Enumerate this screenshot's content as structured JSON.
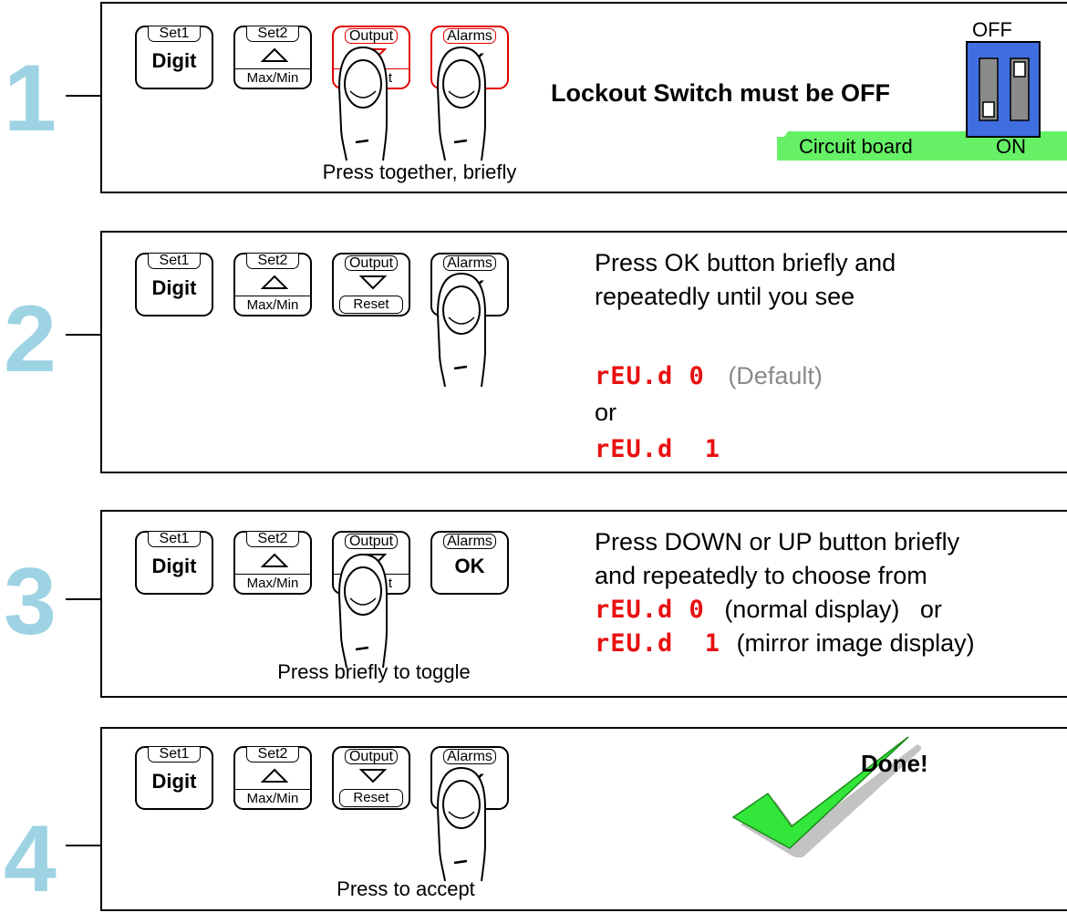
{
  "buttons": {
    "set1": {
      "top": "Set1",
      "main": "Digit"
    },
    "set2": {
      "top": "Set2",
      "bottom": "Max/Min"
    },
    "output": {
      "top": "Output",
      "bottom": "Reset",
      "bottom_partial": "t"
    },
    "alarms": {
      "top": "Alarms",
      "main": "OK"
    }
  },
  "steps": [
    {
      "number": "1",
      "caption": "Press together, briefly",
      "instruction": "Lockout Switch must be OFF",
      "switch": {
        "off_label": "OFF",
        "on_label": "ON",
        "board_label": "Circuit board"
      }
    },
    {
      "number": "2",
      "instruction_line1": "Press OK button briefly and",
      "instruction_line2": "repeatedly until you see",
      "display_a": "rEU.d 0",
      "display_a_note": "(Default)",
      "or": "or",
      "display_b": "rEU.d  1"
    },
    {
      "number": "3",
      "caption": "Press briefly to toggle",
      "instruction_line1": "Press DOWN or UP  button briefly",
      "instruction_line2": "and repeatedly to choose from",
      "display_a": "rEU.d 0",
      "display_a_note": "(normal display)   or",
      "display_b": "rEU.d  1",
      "display_b_note": "(mirror image display)"
    },
    {
      "number": "4",
      "caption": "Press to accept",
      "done": "Done!"
    }
  ],
  "colors": {
    "step_number": "#9dd3e3",
    "led_red": "#e81010",
    "active_border": "#e00000",
    "switch_blue": "#3f6ee0",
    "board_green": "#66f066",
    "check_green": "#33e63a"
  }
}
